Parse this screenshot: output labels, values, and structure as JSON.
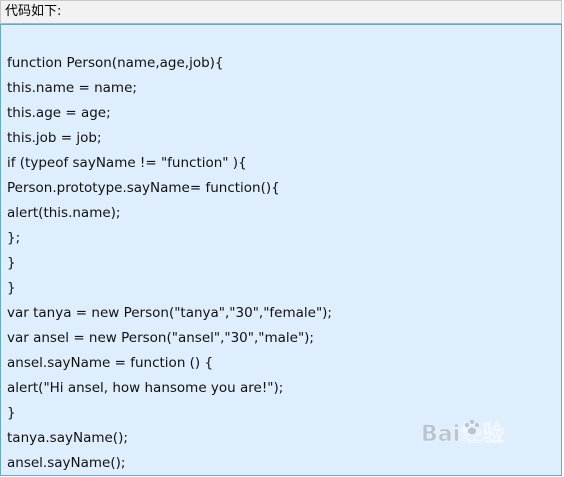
{
  "header": {
    "label": "代码如下:"
  },
  "code": {
    "lines": [
      "function Person(name,age,job){",
      "this.name = name;",
      "this.age = age;",
      "this.job = job;",
      "if (typeof sayName != \"function\" ){",
      "Person.prototype.sayName= function(){",
      "alert(this.name);",
      "};",
      "}",
      "}",
      "var tanya = new Person(\"tanya\",\"30\",\"female\");",
      "var ansel = new Person(\"ansel\",\"30\",\"male\");",
      "ansel.sayName = function () {",
      "alert(\"Hi ansel, how hansome you are!\");",
      "}",
      "tanya.sayName();",
      "ansel.sayName();"
    ]
  },
  "watermark": {
    "icon": "baidu-paw-logo-icon",
    "text": "Bai经验"
  },
  "colors": {
    "code_background": "#dfeefd",
    "code_border": "#66aabb",
    "header_background": "#f2f2f2"
  }
}
